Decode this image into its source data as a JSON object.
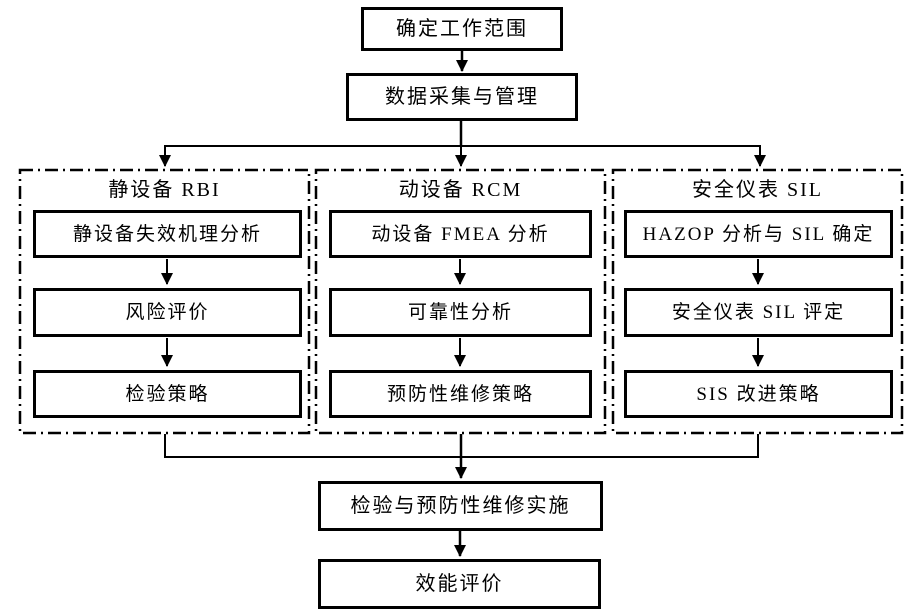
{
  "diagram": {
    "nodes": {
      "scope": "确定工作范围",
      "data_mgmt": "数据采集与管理",
      "implement": "检验与预防性维修实施",
      "evaluate": "效能评价"
    },
    "columns": [
      {
        "header": "静设备 RBI",
        "steps": [
          "静设备失效机理分析",
          "风险评价",
          "检验策略"
        ]
      },
      {
        "header": "动设备 RCM",
        "steps": [
          "动设备 FMEA 分析",
          "可靠性分析",
          "预防性维修策略"
        ]
      },
      {
        "header": "安全仪表 SIL",
        "steps": [
          "HAZOP 分析与 SIL 确定",
          "安全仪表 SIL 评定",
          "SIS 改进策略"
        ]
      }
    ],
    "colors": {
      "line": "#000000",
      "background": "#ffffff",
      "box_fill": "#ffffff"
    }
  }
}
